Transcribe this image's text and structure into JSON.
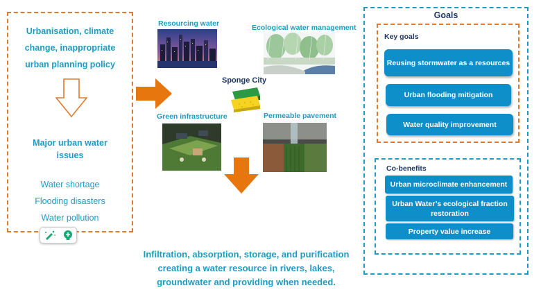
{
  "issues_panel": {
    "drivers": [
      "Urbanisation, climate",
      "change, inappropriate",
      "urban planning policy"
    ],
    "major_issues_title": [
      "Major urban water",
      "issues"
    ],
    "issues": [
      "Water shortage",
      "Flooding disasters",
      "Water pollution"
    ]
  },
  "center": {
    "resourcing_water": "Resourcing water",
    "ecological_management": "Ecological water management",
    "sponge_city": "Sponge City",
    "green_infrastructure": "Green infrastructure",
    "permeable_pavement": "Permeable pavement"
  },
  "caption": [
    "Infiltration, absorption, storage, and purification",
    "creating a water resource in rivers, lakes,",
    "groundwater and providing when needed."
  ],
  "goals": {
    "title": "Goals",
    "key_goals_title": "Key goals",
    "key_goals": [
      "Reusing stormwater as a resources",
      "Urban flooding mitigation",
      "Water quality improvement"
    ],
    "co_benefits_title": "Co-benefits",
    "co_benefits": [
      "Urban microclimate enhancement",
      "Urban Water’s ecological fraction restoration",
      "Property value increase"
    ]
  },
  "colors": {
    "accent_orange": "#e07a2a",
    "accent_teal": "#1e9bc2",
    "button_blue": "#0e8fc9",
    "navy": "#1f3864"
  }
}
